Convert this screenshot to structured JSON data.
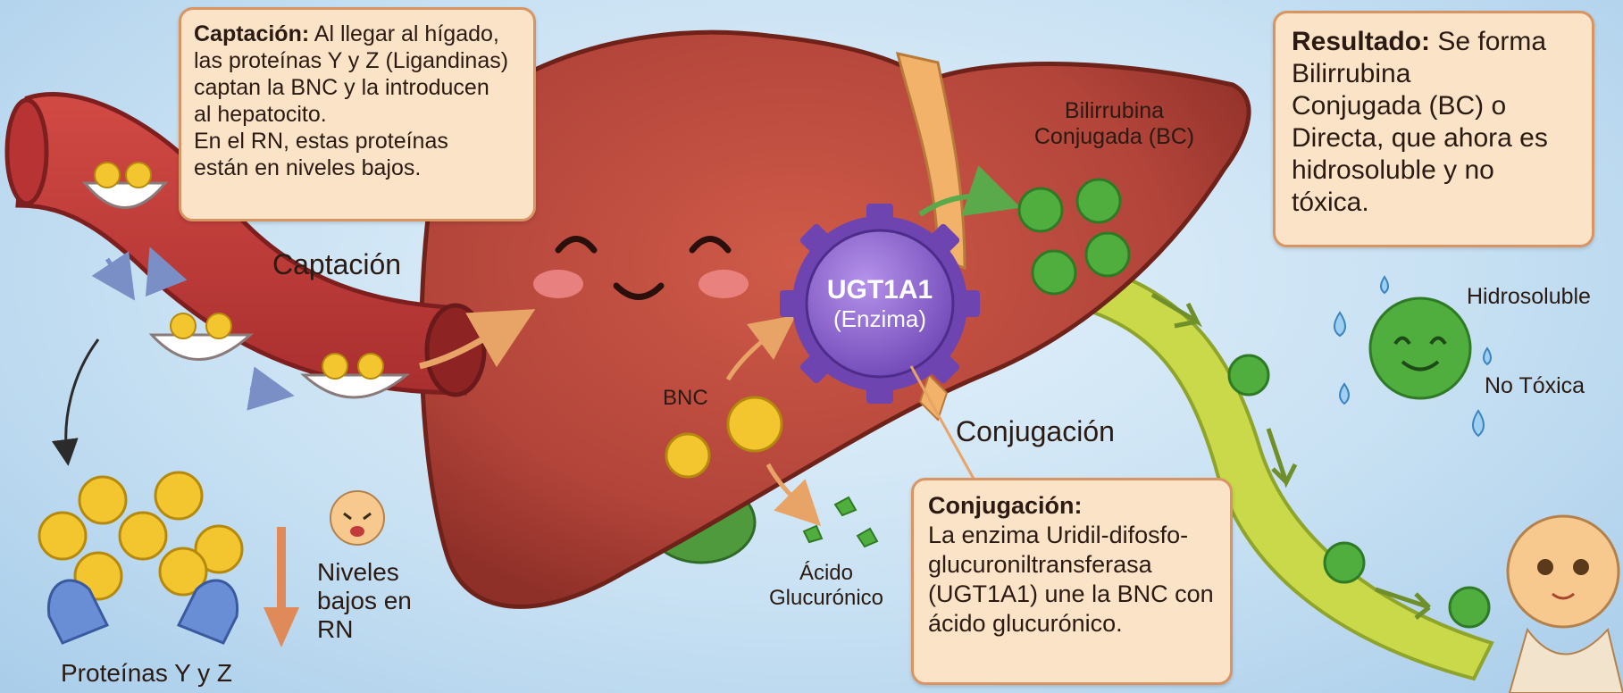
{
  "captacion_box": {
    "title": "Captación:",
    "text1": "Al llegar al hígado,",
    "text2": "las proteínas Y y Z (Ligandinas)",
    "text3": "captan la BNC y la introducen",
    "text4": "al hepatocito.",
    "text5": "En el RN, estas proteínas",
    "text6": "están en niveles bajos."
  },
  "resultado_box": {
    "title": "Resultado:",
    "line1": "Se forma",
    "line2": "Bilirrubina",
    "line3": "Conjugada (BC) o",
    "line4": "Directa, que ahora es",
    "line5": "hidrosoluble y no tóxica."
  },
  "conjugacion_box": {
    "title": "Conjugación:",
    "line1": "La enzima Uridil-difosfo-",
    "line2": "glucuroniltransferasa",
    "line3": "(UGT1A1) une la BNC con",
    "line4": "ácido glucurónico."
  },
  "labels": {
    "captacion": "Captación",
    "conjugacion": "Conjugación",
    "bnc": "BNC",
    "bc_line1": "Bilirrubina",
    "bc_line2": "Conjugada (BC)",
    "enzyme_name": "UGT1A1",
    "enzyme_sub": "(Enzima)",
    "acido_line1": "Ácido",
    "acido_line2": "Glucurónico",
    "hidrosoluble": "Hidrosoluble",
    "no_toxica": "No Tóxica",
    "niveles_line1": "Niveles",
    "niveles_line2": "bajos en",
    "niveles_line3": "RN",
    "proteinas": "Proteínas Y y Z"
  },
  "colors": {
    "liver": "#b8463a",
    "vessel": "#c63a3a",
    "bilirubin_unconjugated": "#f3c52e",
    "bilirubin_conjugated": "#4fae3e",
    "enzyme": "#8a5cc9",
    "bile_duct": "#c9d94a",
    "box_fill": "#fbe3c8",
    "box_border": "#d89563"
  }
}
